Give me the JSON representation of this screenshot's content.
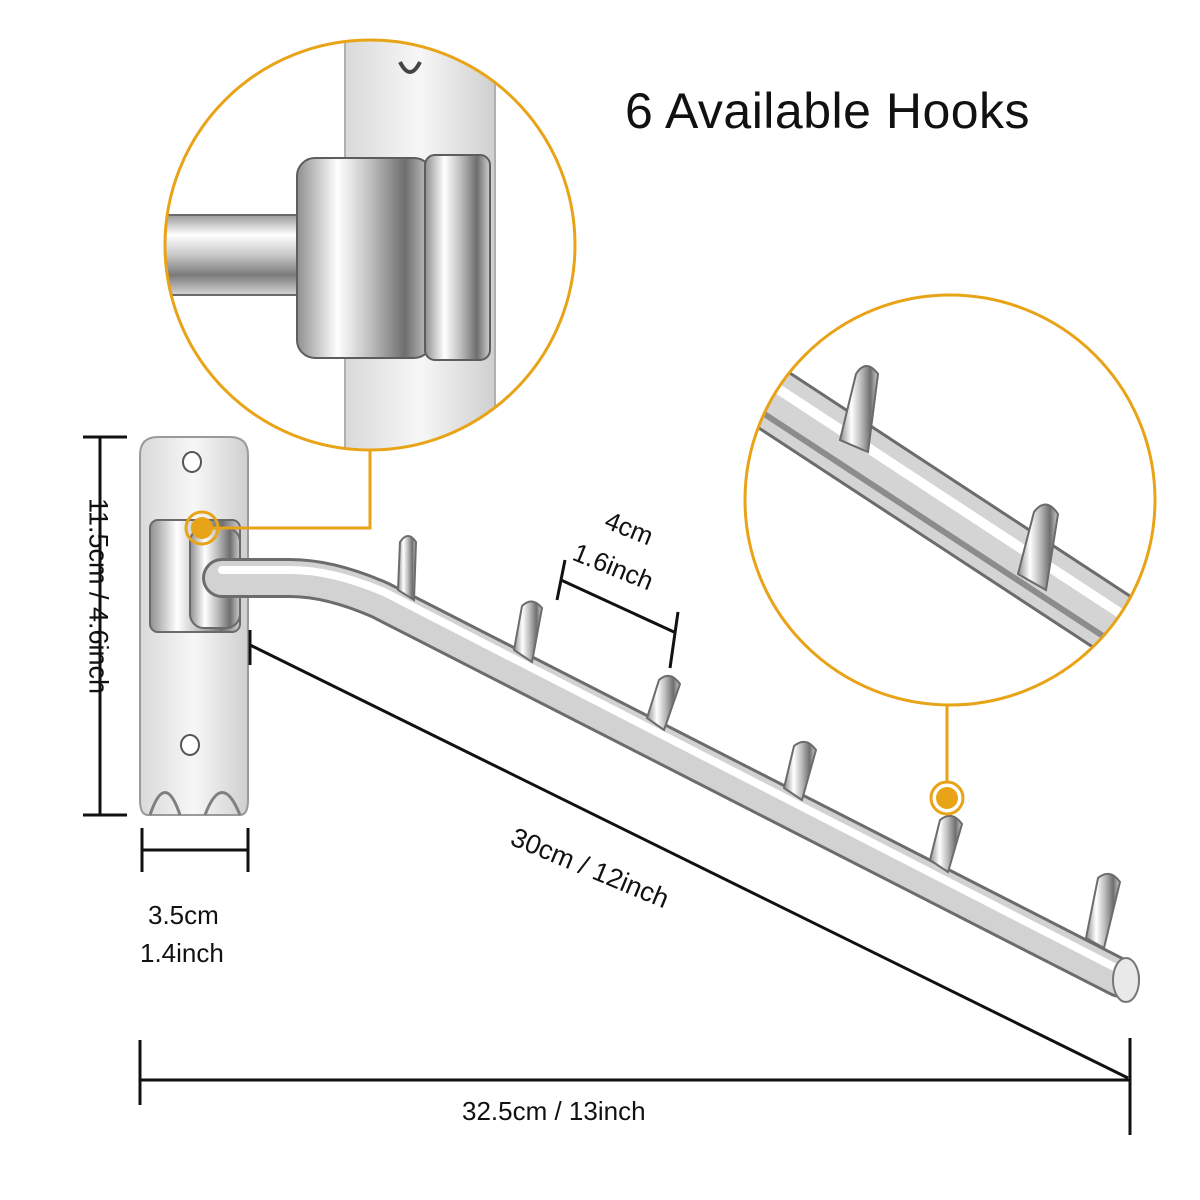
{
  "title": "6 Available Hooks",
  "dimensions": {
    "height": "11.5cm / 4.6inch",
    "base_width_cm": "3.5cm",
    "base_width_in": "1.4inch",
    "hook_spacing_cm": "4cm",
    "hook_spacing_in": "1.6inch",
    "arm_length": "30cm / 12inch",
    "total_length": "32.5cm / 13inch"
  },
  "hook_count": 6,
  "colors": {
    "accent": "#e8a317",
    "dimension_line": "#111111",
    "metal_light": "#f4f4f4",
    "metal_dark": "#8a8a8a"
  }
}
